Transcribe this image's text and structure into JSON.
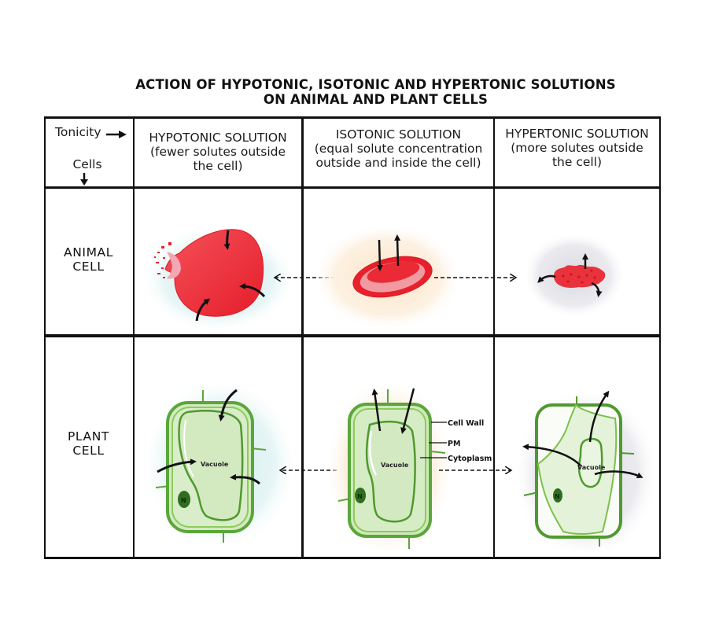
{
  "title": {
    "line1": "ACTION OF HYPOTONIC, ISOTONIC AND HYPERTONIC SOLUTIONS",
    "line2": "ON ANIMAL AND PLANT CELLS"
  },
  "corner": {
    "tonicity": "Tonicity",
    "cells": "Cells"
  },
  "columns": [
    {
      "name": "HYPOTONIC SOLUTION",
      "desc1": "(fewer solutes outside",
      "desc2": "the cell)"
    },
    {
      "name": "ISOTONIC SOLUTION",
      "desc1": "(equal solute concentration",
      "desc2": "outside and inside the cell)"
    },
    {
      "name": "HYPERTONIC SOLUTION",
      "desc1": "(more solutes outside",
      "desc2": "the cell)"
    }
  ],
  "rows": [
    {
      "line1": "ANIMAL",
      "line2": "CELL"
    },
    {
      "line1": "PLANT",
      "line2": "CELL"
    }
  ],
  "plant_labels": {
    "cell_wall": "Cell Wall",
    "pm": "PM",
    "cytoplasm": "Cytoplasm",
    "vacuole": "Vacuole",
    "nucleus": "N"
  },
  "colors": {
    "blood_red": "#e8232e",
    "plant_green_dark": "#4f9a2e",
    "plant_green_light": "#7cc04a",
    "plant_fill": "#d6ecc5",
    "hypotonic_glow": "#d9f0f0",
    "isotonic_glow": "#fbe8cc",
    "hypertonic_glow": "#dcdce4"
  }
}
